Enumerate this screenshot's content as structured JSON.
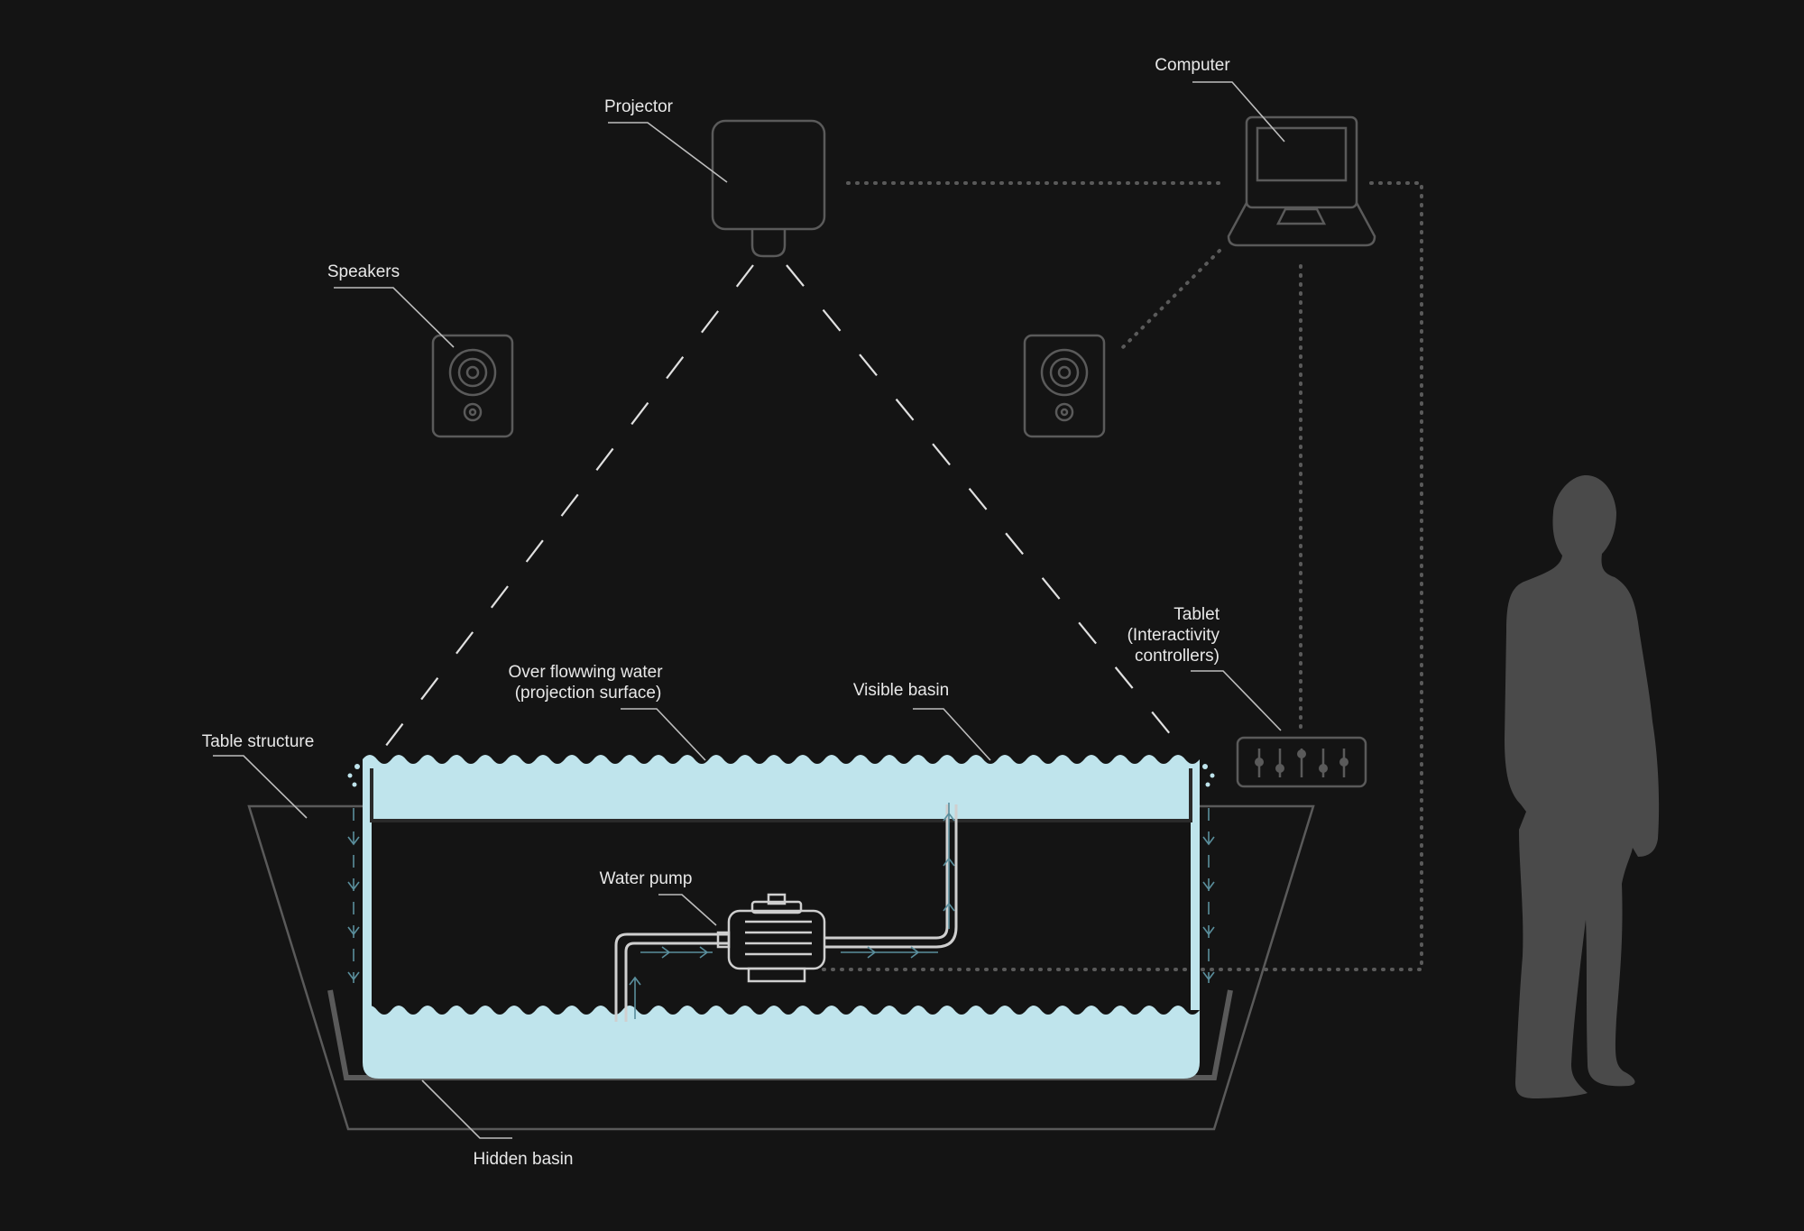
{
  "colors": {
    "background": "#141414",
    "outline": "#5a5a5a",
    "label": "#e8e8e8",
    "leader": "#bdbdbd",
    "water": "#bfe4ec",
    "flow_arrow": "#5a8e9c",
    "silhouette": "#4a4a4a"
  },
  "labels": {
    "computer": "Computer",
    "projector": "Projector",
    "speakers": "Speakers",
    "tablet_line1": "Tablet",
    "tablet_line2": "(Interactivity",
    "tablet_line3": "controllers)",
    "overflow_line1": "Over flowwing water",
    "overflow_line2": "(projection surface)",
    "visible_basin": "Visible basin",
    "table_structure": "Table structure",
    "water_pump": "Water pump",
    "hidden_basin": "Hidden basin"
  },
  "icons": {
    "projector": "projector-icon",
    "computer": "laptop-icon",
    "speaker": "speaker-icon",
    "tablet": "mixer-slider-icon",
    "pump": "water-pump-icon",
    "person": "person-silhouette"
  }
}
